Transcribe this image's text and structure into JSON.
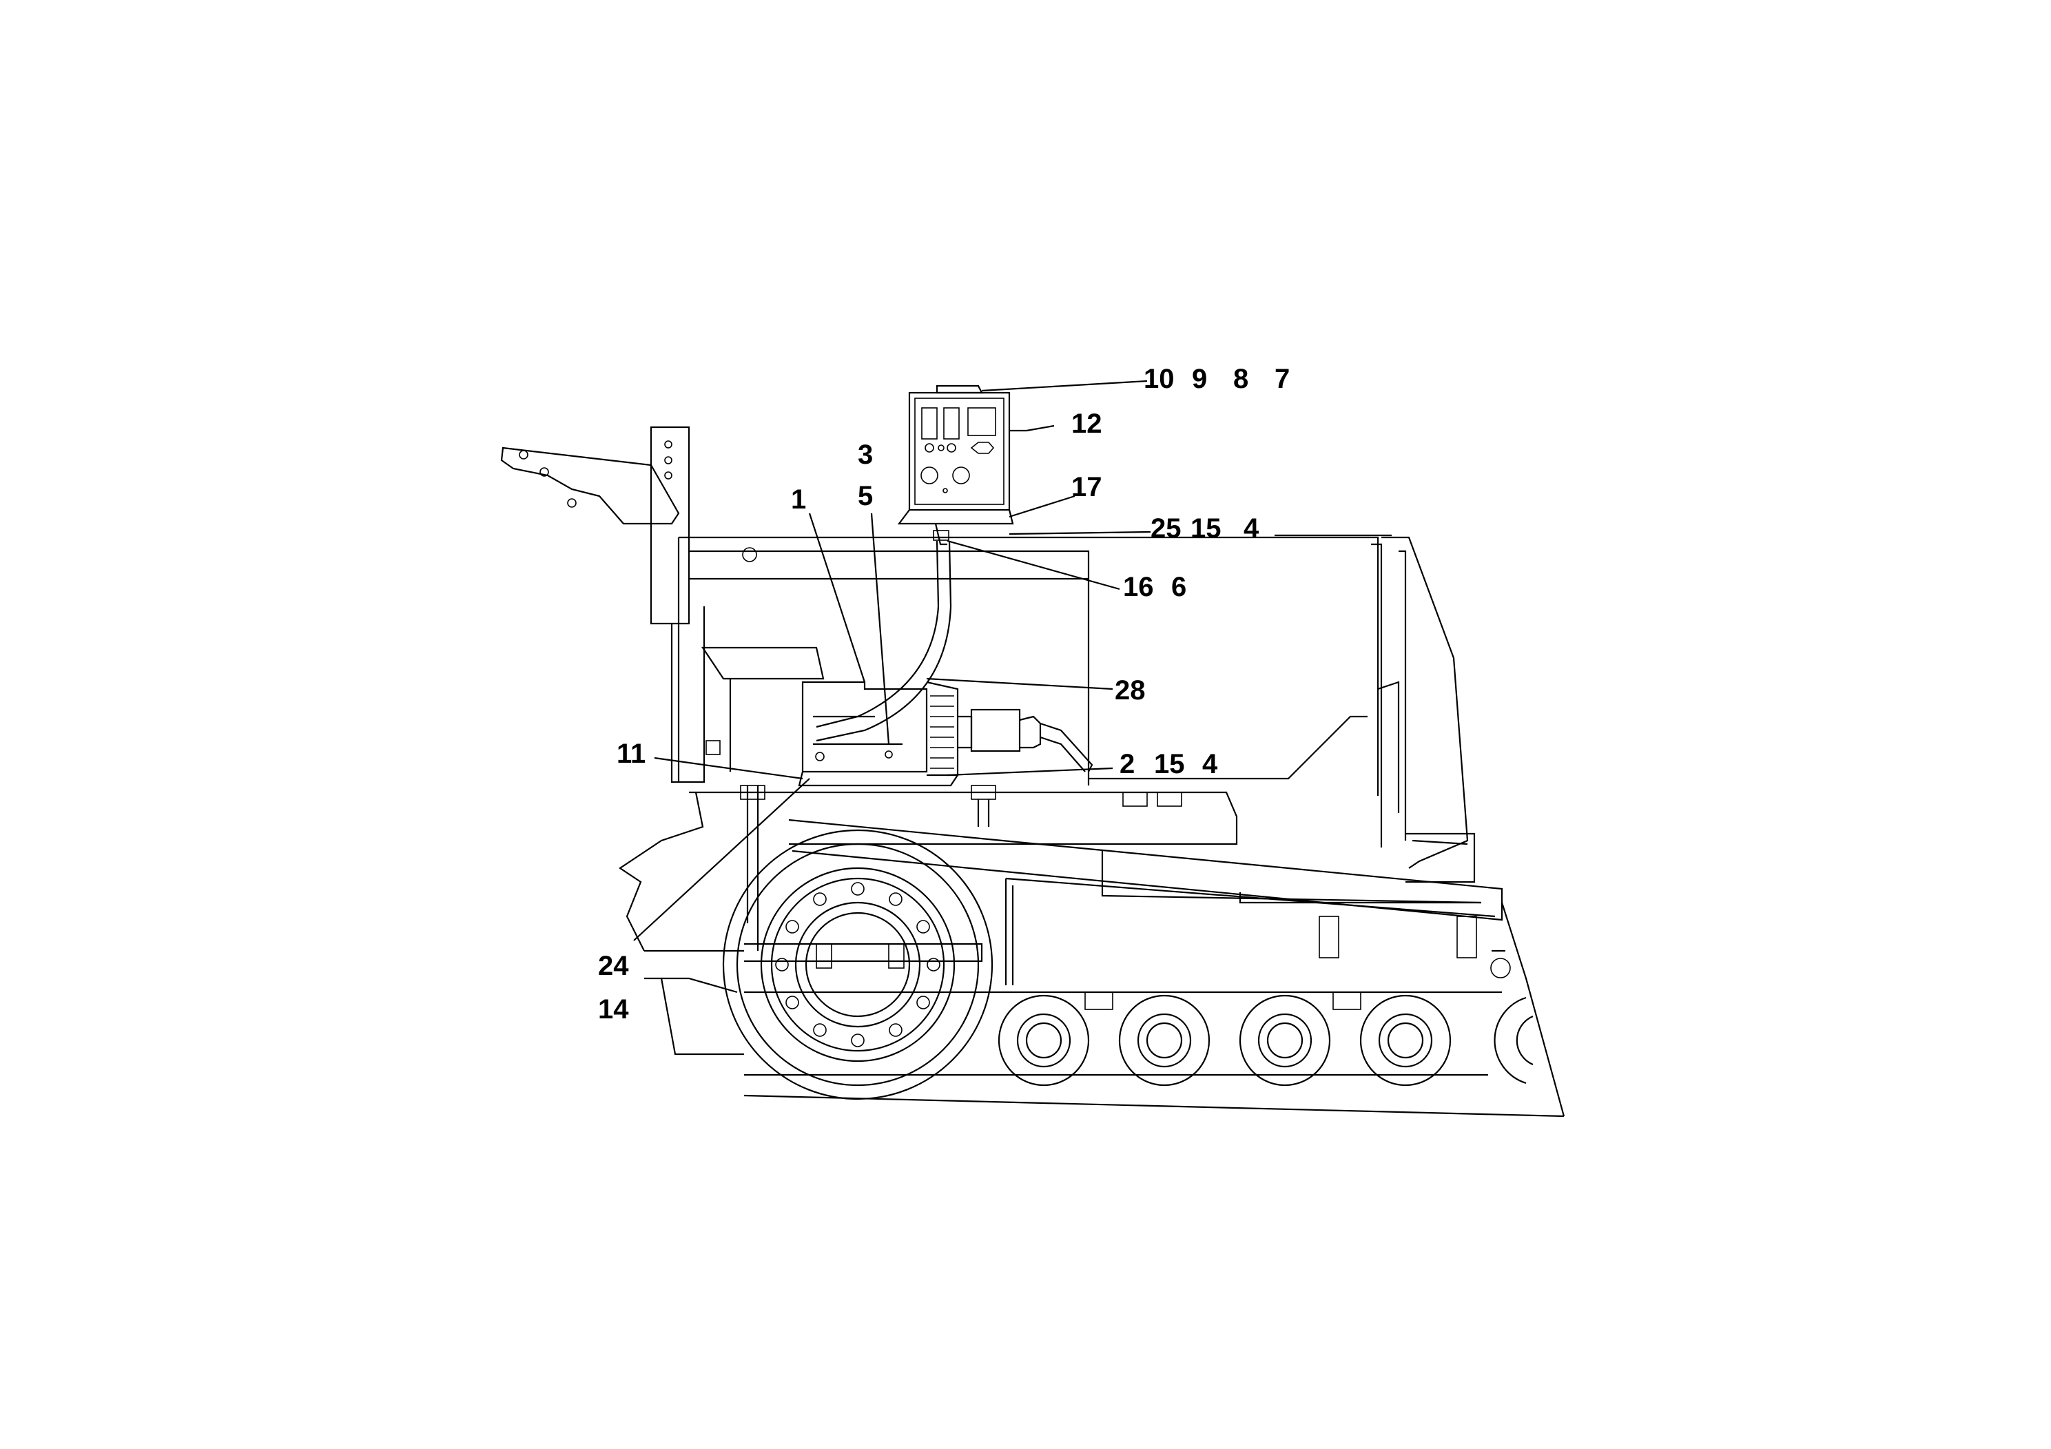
{
  "callouts": {
    "c10": "10",
    "c9": "9",
    "c8": "8",
    "c7": "7",
    "c12": "12",
    "c3": "3",
    "c17": "17",
    "c1": "1",
    "c5": "5",
    "c25": "25",
    "c15a": "15",
    "c4a": "4",
    "c16": "16",
    "c6": "6",
    "c28": "28",
    "c11": "11",
    "c2": "2",
    "c15b": "15",
    "c4b": "4",
    "c24": "24",
    "c14": "14"
  },
  "colors": {
    "ink": "#000000",
    "paper": "#ffffff"
  }
}
